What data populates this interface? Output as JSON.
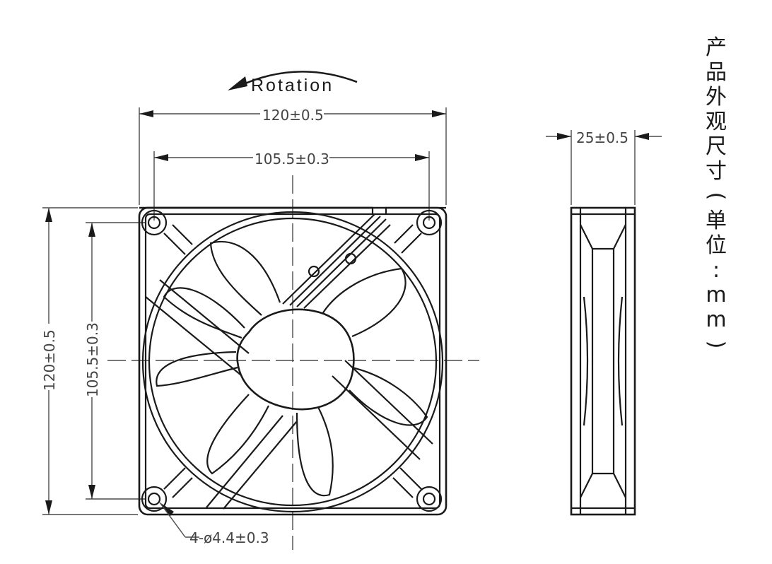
{
  "rotation_label": "Rotation",
  "front_view": {
    "overall_width": "120±0.5",
    "hole_spacing_horizontal": "105.5±0.3",
    "overall_height": "120±0.5",
    "hole_spacing_vertical": "105.5±0.3",
    "mounting_holes": "4-ø4.4±0.3"
  },
  "side_view": {
    "thickness": "25±0.5"
  },
  "units_note": [
    "产",
    "品",
    "外",
    "观",
    "尺",
    "寸",
    "(",
    "单",
    "位",
    ":",
    "m",
    "m",
    ")"
  ]
}
